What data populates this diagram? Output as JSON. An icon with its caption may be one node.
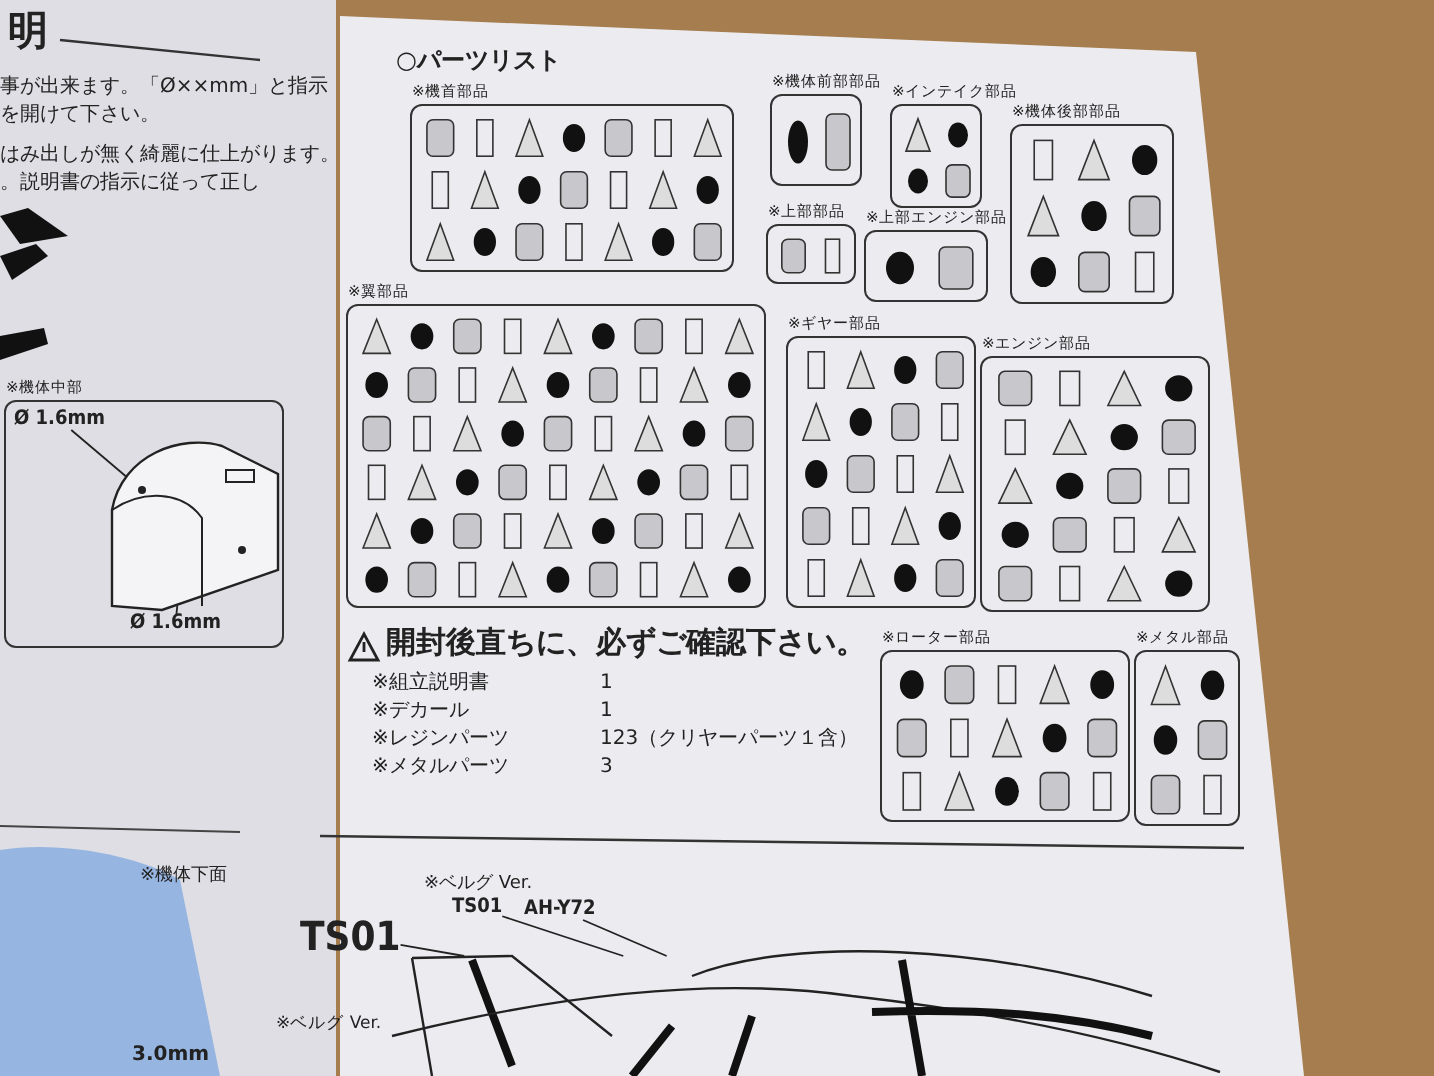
{
  "diagram": {
    "title": "○パーツリスト",
    "nodes": [
      {
        "text": [
          "※機首部品"
        ]
      },
      {
        "text": [
          "※機体前部部品"
        ]
      },
      {
        "text": [
          "※インテイク部品"
        ]
      },
      {
        "text": [
          "※機体後部部品"
        ]
      },
      {
        "text": [
          "※上部部品"
        ]
      },
      {
        "text": [
          "※上部エンジン部品"
        ]
      },
      {
        "text": [
          "※翼部品"
        ]
      },
      {
        "text": [
          "※ギヤー部品"
        ]
      },
      {
        "text": [
          "※エンジン部品"
        ]
      },
      {
        "text": [
          "※ローター部品"
        ]
      },
      {
        "text": [
          "※メタル部品"
        ]
      },
      {
        "text": [
          "※機体中部"
        ]
      },
      {
        "text": [
          "Ø 1.6mm"
        ],
        "in": 11
      },
      {
        "text": [],
        "shape": "picture",
        "in": 11
      },
      {
        "text": [
          "Ø 1.6mm"
        ],
        "in": 11
      },
      {
        "text": [
          "TS01"
        ]
      },
      {
        "text": [
          "TS01"
        ]
      },
      {
        "text": [
          "AH-Y72"
        ]
      },
      {
        "text": [],
        "shape": "picture"
      }
    ],
    "edges": [
      {
        "from": 12,
        "to": 13,
        "arrow": "none"
      },
      {
        "from": 14,
        "to": 13,
        "arrow": "none"
      },
      {
        "from": 15,
        "to": 18,
        "arrow": "none"
      },
      {
        "from": 16,
        "to": 18,
        "arrow": "none"
      },
      {
        "from": 17,
        "to": 18,
        "arrow": "none"
      }
    ],
    "labels": [
      "明",
      "事が出来ます。「Ø××mm」と指示",
      "を開けて下さい。",
      "はみ出しが無く綺麗に仕上がります。",
      "。説明書の指示に従って正し",
      "開封後直ちに、必ずご確認下さい。",
      "※組立説明書",
      "1",
      "※デカール",
      "1",
      "※レジンパーツ",
      "123（クリヤーパーツ１含）",
      "※メタルパーツ",
      "3",
      "※機体下面",
      "3.0mm",
      "※ベルグ Ver.",
      "※ベルグ Ver."
    ]
  }
}
